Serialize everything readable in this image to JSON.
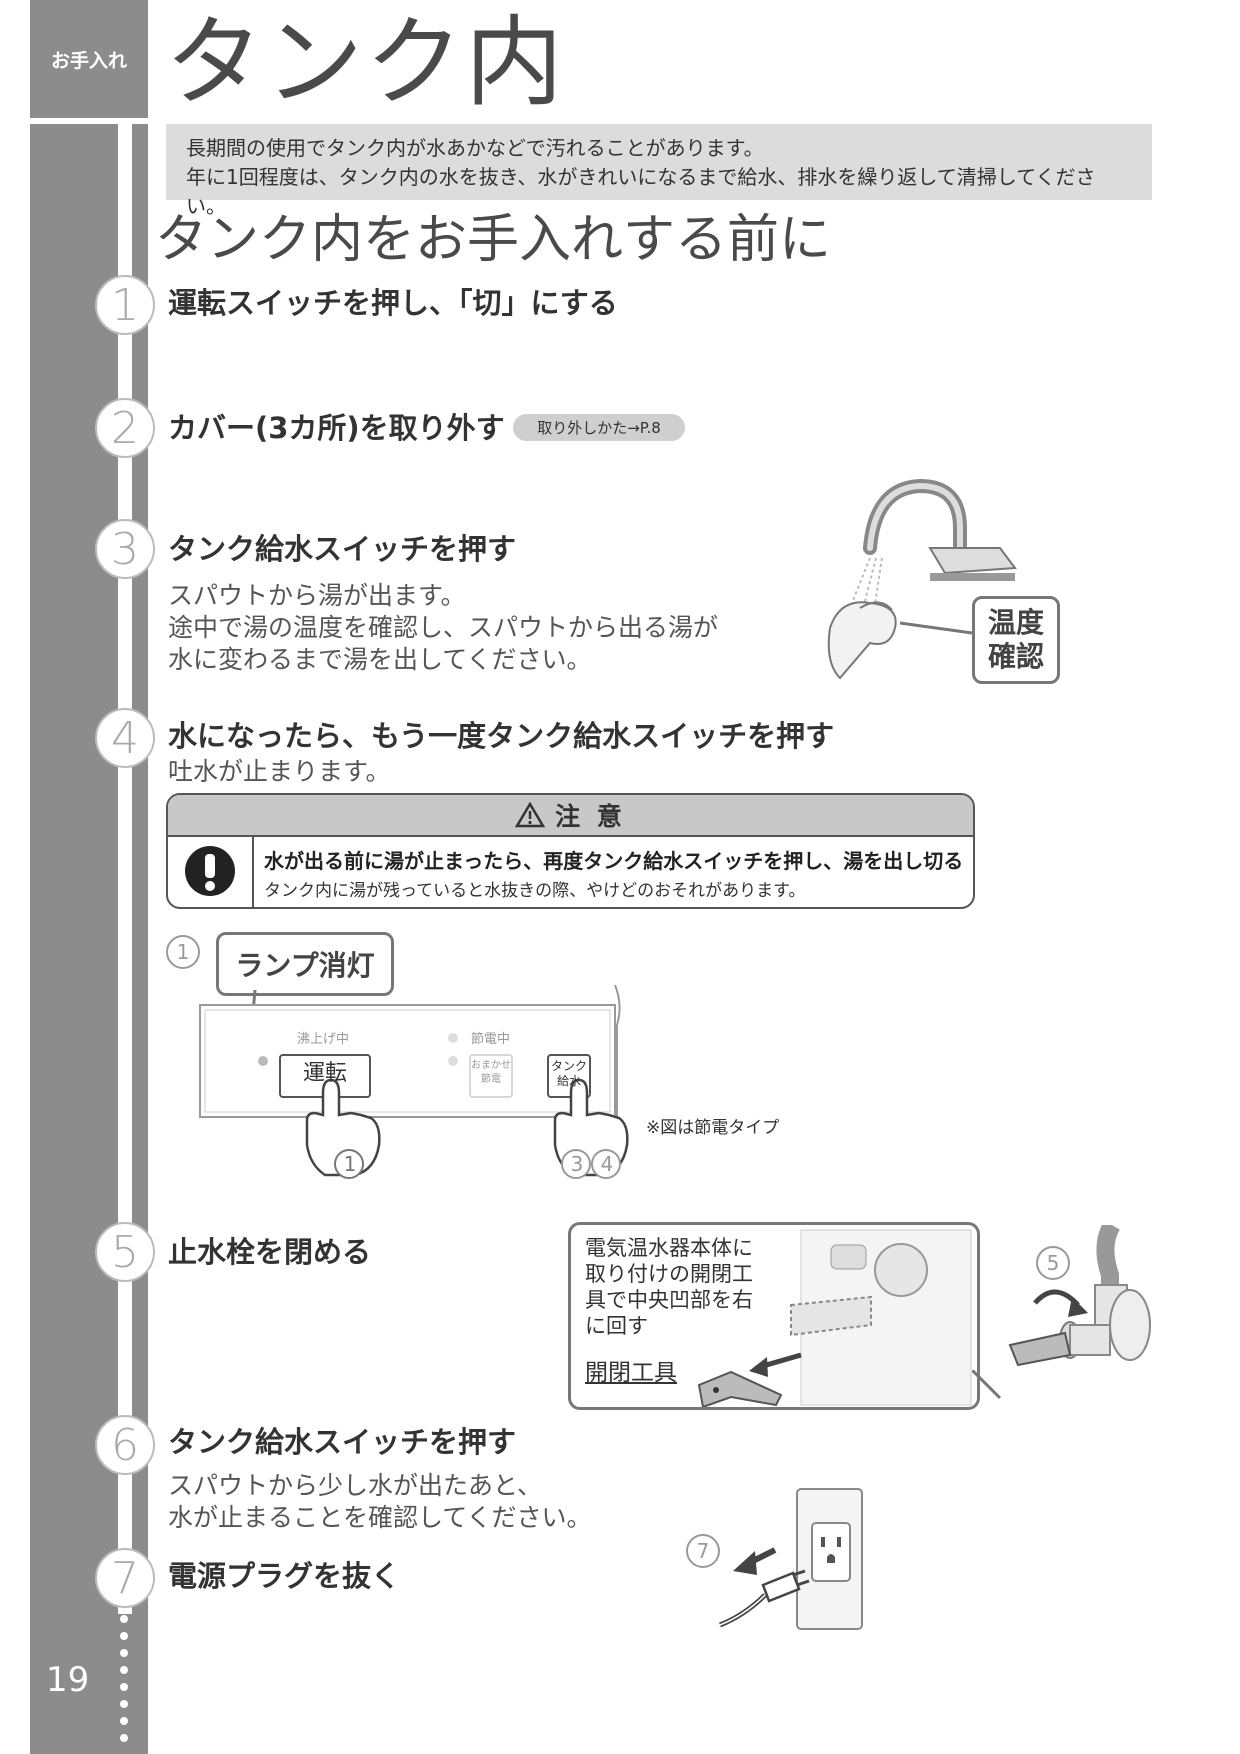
{
  "side": {
    "tab_label": "お手入れ",
    "page_number": "19"
  },
  "page_title": "タンク内",
  "intro": {
    "line1": "長期間の使用でタンク内が水あかなどで汚れることがあります。",
    "line2": "年に1回程度は、タンク内の水を抜き、水がきれいになるまで給水、排水を繰り返して清掃してください。"
  },
  "section_heading": "タンク内をお手入れする前に",
  "steps": [
    {
      "num": "1",
      "title": "運転スイッチを押し、「切」にする"
    },
    {
      "num": "2",
      "title": "カバー(3カ所)を取り外す",
      "badge": "取り外しかた→P.8"
    },
    {
      "num": "3",
      "title": "タンク給水スイッチを押す",
      "body1": "スパウトから湯が出ます。",
      "body2": "途中で湯の温度を確認し、スパウトから出る湯が",
      "body3": "水に変わるまで湯を出してください。"
    },
    {
      "num": "4",
      "title": "水になったら、もう一度タンク給水スイッチを押す",
      "body1": "吐水が止まります。"
    },
    {
      "num": "5",
      "title": "止水栓を閉める"
    },
    {
      "num": "6",
      "title": "タンク給水スイッチを押す",
      "body1": "スパウトから少し水が出たあと、",
      "body2": "水が止まることを確認してください。"
    },
    {
      "num": "7",
      "title": "電源プラグを抜く"
    }
  ],
  "caution": {
    "heading": "注 意",
    "main": "水が出る前に湯が止まったら、再度タンク給水スイッチを押し、湯を出し切る",
    "sub": "タンク内に湯が残っていると水抜きの際、やけどのおそれがあります。"
  },
  "temp_bubble": {
    "line1": "温度",
    "line2": "確認"
  },
  "panel": {
    "lamp_label": "ランプ消灯",
    "callout_num": "1",
    "boiling_label": "沸上げ中",
    "saving_label": "節電中",
    "run_button": "運転",
    "omakase_line1": "おまかせ",
    "omakase_line2": "節電",
    "tank_line1": "タンク",
    "tank_line2": "給水",
    "hand1_num": "1",
    "hand2_num1": "3",
    "hand2_num2": "4",
    "note": "※図は節電タイプ"
  },
  "valve": {
    "text1": "電気温水器本体に",
    "text2": "取り付けの開閉工",
    "text3": "具で中央凹部を右",
    "text4": "に回す",
    "tool_label": "開閉工具",
    "num": "5"
  },
  "plug": {
    "num": "7"
  },
  "icons": [
    "warning-triangle-icon",
    "exclamation-icon",
    "faucet-icon",
    "hand-icon",
    "pointing-hand-icon",
    "valve-icon",
    "plug-icon",
    "outlet-icon"
  ]
}
